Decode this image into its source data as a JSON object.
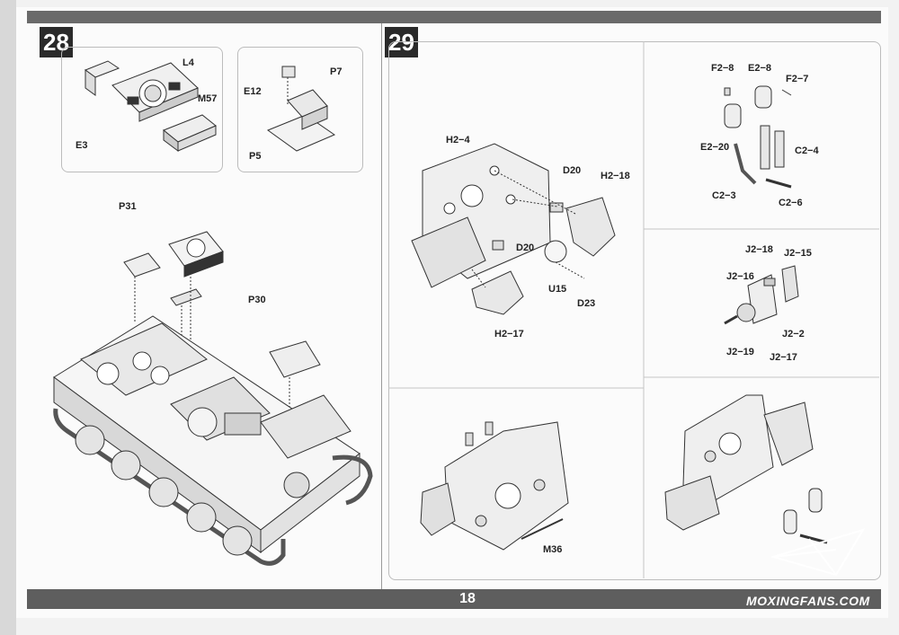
{
  "page_number": "18",
  "watermark": "MOXINGFANS.COM",
  "steps": {
    "s28": "28",
    "s29": "29"
  },
  "parts": {
    "L4": "L4",
    "M57": "M57",
    "E3": "E3",
    "E12": "E12",
    "P7": "P7",
    "P5": "P5",
    "P31": "P31",
    "P30": "P30",
    "H2_4": "H2−4",
    "D20_a": "D20",
    "H2_18": "H2−18",
    "D20_b": "D20",
    "U15": "U15",
    "D23": "D23",
    "H2_17": "H2−17",
    "F2_8": "F2−8",
    "E2_8": "E2−8",
    "F2_7": "F2−7",
    "E2_20": "E2−20",
    "C2_4": "C2−4",
    "C2_3": "C2−3",
    "C2_6": "C2−6",
    "J2_18": "J2−18",
    "J2_15": "J2−15",
    "J2_16": "J2−16",
    "J2_2": "J2−2",
    "J2_19": "J2−19",
    "J2_17": "J2−17",
    "M36": "M36"
  }
}
